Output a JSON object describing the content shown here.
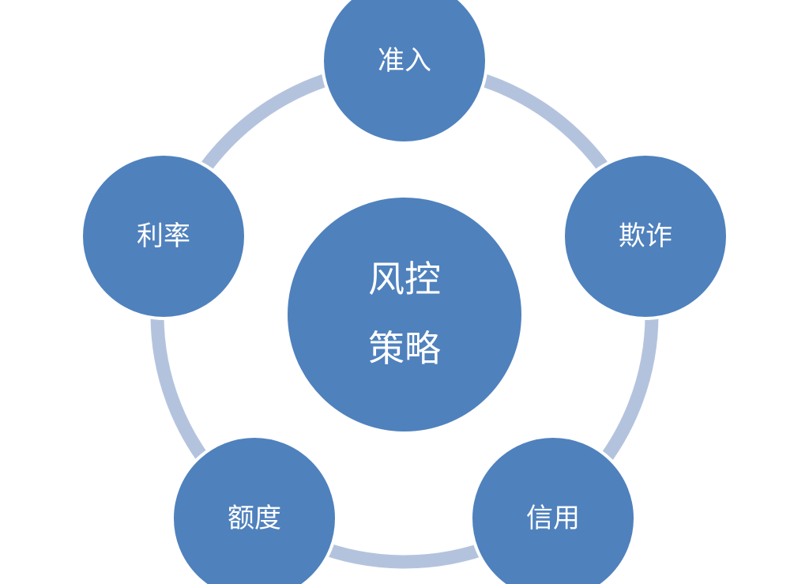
{
  "diagram": {
    "center": {
      "line1": "风控",
      "line2": "策略"
    },
    "nodes": [
      {
        "id": "admission",
        "label": "准入"
      },
      {
        "id": "fraud",
        "label": "欺诈"
      },
      {
        "id": "credit",
        "label": "信用"
      },
      {
        "id": "limit",
        "label": "额度"
      },
      {
        "id": "interest",
        "label": "利率"
      }
    ],
    "colors": {
      "node_fill": "#4f81bd",
      "node_stroke": "#ffffff",
      "ring": "#b4c3dd",
      "label": "#ffffff"
    }
  }
}
